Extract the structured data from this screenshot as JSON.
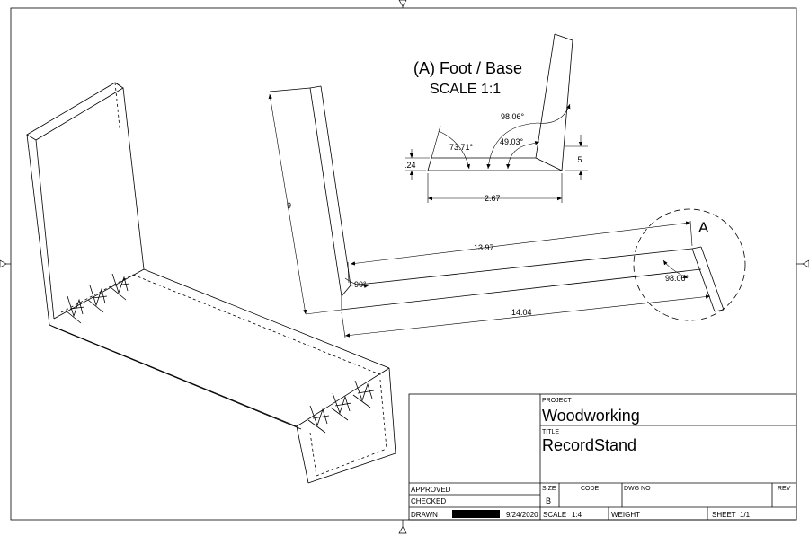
{
  "detail": {
    "title_line1": "(A) Foot / Base",
    "title_line2": "SCALE 1:1",
    "dims": {
      "angle_top": "98.06°",
      "angle_left": "73.71°",
      "angle_mid": "49.03°",
      "height_left": ".24",
      "height_right": ".5",
      "length": "2.67"
    }
  },
  "side_view": {
    "height": "9",
    "angle_corner": "90°",
    "upper_length": "13.97",
    "lower_length": "14.04",
    "callout": "A",
    "callout_angle": "98.06°"
  },
  "title_block": {
    "project_label": "PROJECT",
    "project_value": "Woodworking",
    "title_label": "TITLE",
    "title_value": "RecordStand",
    "approved_label": "APPROVED",
    "checked_label": "CHECKED",
    "drawn_label": "DRAWN",
    "drawn_date": "9/24/2020",
    "size_label": "SIZE",
    "size_value": "B",
    "code_label": "CODE",
    "dwg_label": "DWG NO",
    "rev_label": "REV",
    "scale_label": "SCALE",
    "scale_value": "1:4",
    "weight_label": "WEIGHT",
    "sheet_label": "SHEET",
    "sheet_value": "1/1"
  }
}
